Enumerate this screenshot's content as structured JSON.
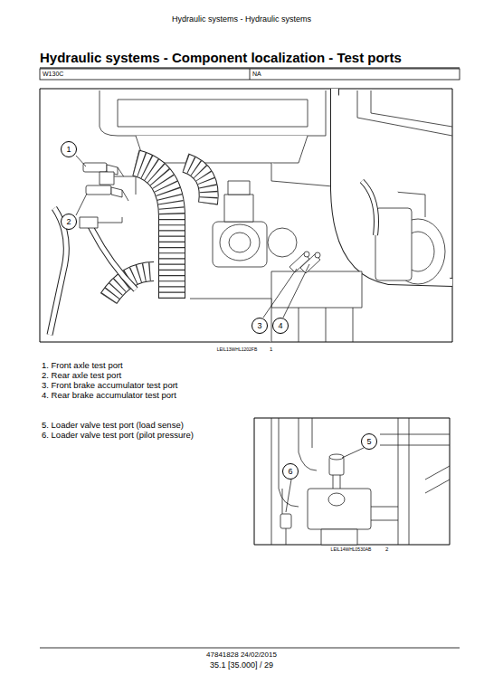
{
  "diagram": {
    "title": "Hydraulic systems - Component localization - Test ports",
    "nodes": [
      {
        "text": [
          "1"
        ]
      },
      {
        "text": [
          "2"
        ]
      },
      {
        "text": [
          "3"
        ]
      },
      {
        "text": [
          "4"
        ]
      },
      {
        "text": [
          "5"
        ]
      },
      {
        "text": [
          "6"
        ]
      }
    ],
    "labels": [
      "Hydraulic systems - Hydraulic systems",
      "W130C",
      "NA",
      "LEIL13WHL1202FB",
      "1",
      "1. Front axle test port",
      "2. Rear axle test port",
      "3. Front brake accumulator test port",
      "4. Rear brake accumulator test port",
      "5. Loader valve test port (load sense)",
      "6. Loader valve test port (pilot pressure)",
      "LEIL14WHL0530AB",
      "2",
      "47841828 24/02/2015",
      "35.1 [35.000] / 29"
    ]
  }
}
